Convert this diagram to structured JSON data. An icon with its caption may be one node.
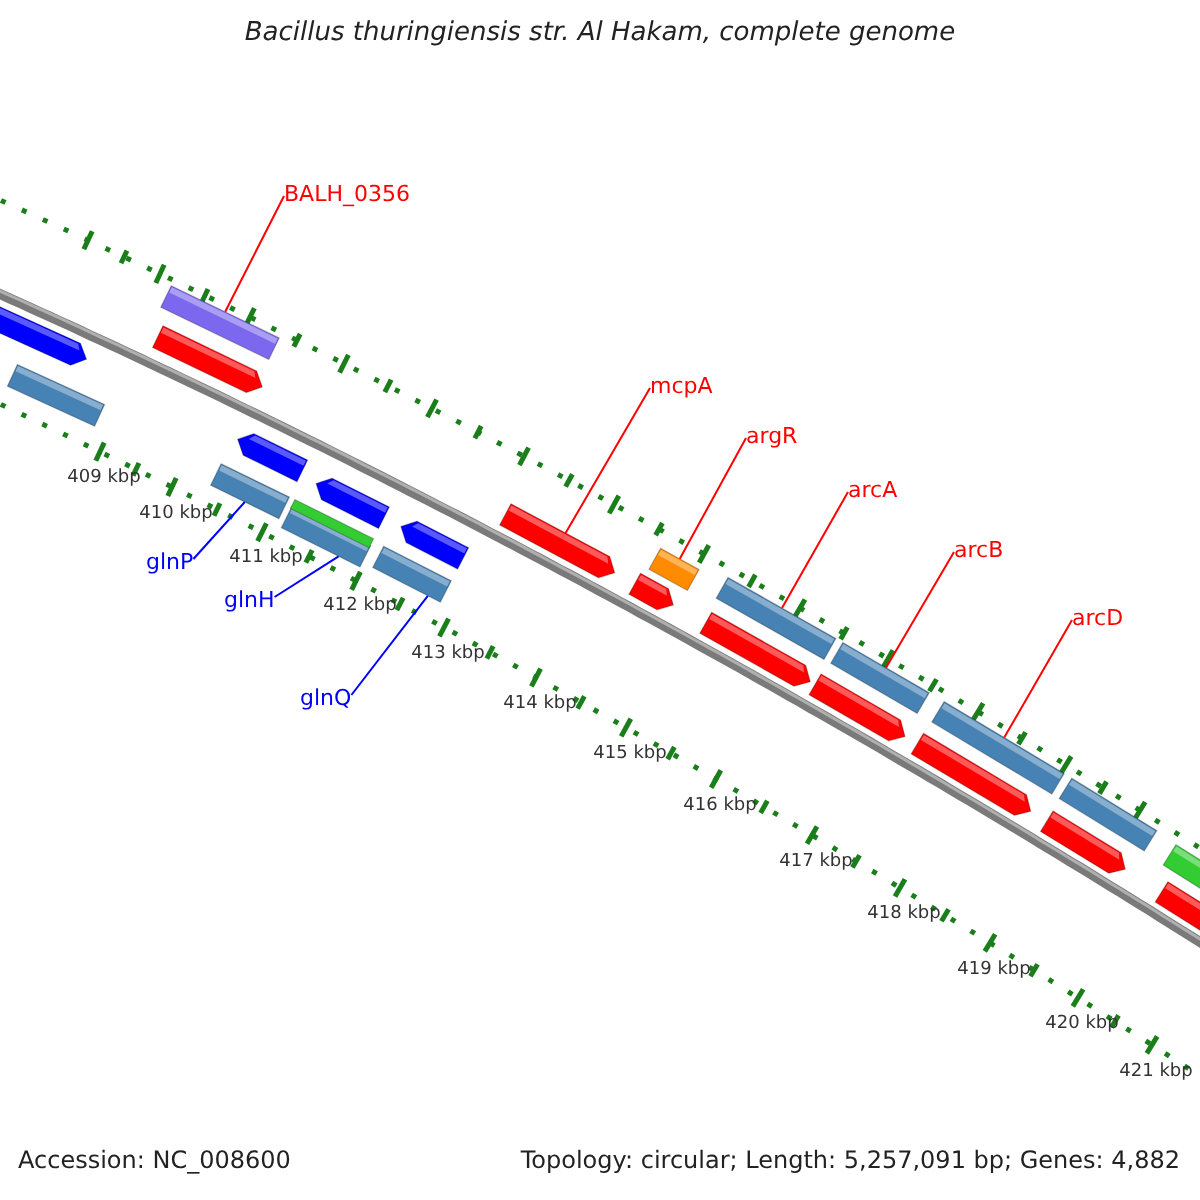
{
  "diagram": {
    "title": "Bacillus thuringiensis str. Al Hakam, complete genome",
    "nodes": [
      {
        "text": [
          "BALH_0356"
        ]
      },
      {
        "text": [
          "mcpA"
        ]
      },
      {
        "text": [
          "argR"
        ]
      },
      {
        "text": [
          "arcA"
        ]
      },
      {
        "text": [
          "arcB"
        ]
      },
      {
        "text": [
          "arcD"
        ]
      },
      {
        "text": [
          "glnP"
        ]
      },
      {
        "text": [
          "glnH"
        ]
      },
      {
        "text": [
          "glnQ"
        ]
      },
      {
        "text": [],
        "shape": "bar"
      },
      {
        "text": [],
        "shape": "arrow"
      },
      {
        "text": [],
        "shape": "arrow"
      },
      {
        "text": [],
        "shape": "bar"
      },
      {
        "text": [],
        "shape": "bar"
      },
      {
        "text": [],
        "shape": "arrow"
      },
      {
        "text": [],
        "shape": "bar"
      },
      {
        "text": [],
        "shape": "bar"
      },
      {
        "text": [],
        "shape": "arrow"
      },
      {
        "text": [],
        "shape": "bar"
      },
      {
        "text": [],
        "shape": "arrow"
      },
      {
        "text": [],
        "shape": "arrow"
      },
      {
        "text": [],
        "shape": "arrow"
      },
      {
        "text": [],
        "shape": "bar"
      },
      {
        "text": [],
        "shape": "arrow"
      },
      {
        "text": [],
        "shape": "bar"
      },
      {
        "text": [],
        "shape": "arrow"
      },
      {
        "text": [],
        "shape": "bar"
      },
      {
        "text": [],
        "shape": "arrow"
      },
      {
        "text": [],
        "shape": "bar"
      },
      {
        "text": [],
        "shape": "arrow"
      },
      {
        "text": [],
        "shape": "bar"
      },
      {
        "text": [],
        "shape": "arrow"
      },
      {
        "text": [],
        "shape": "bar"
      }
    ],
    "edges": [
      {
        "from": 0,
        "to": 12,
        "arrow": "none"
      },
      {
        "from": 1,
        "to": 20,
        "arrow": "none"
      },
      {
        "from": 2,
        "to": 22,
        "arrow": "none"
      },
      {
        "from": 3,
        "to": 24,
        "arrow": "none"
      },
      {
        "from": 4,
        "to": 26,
        "arrow": "none"
      },
      {
        "from": 5,
        "to": 28,
        "arrow": "none"
      },
      {
        "from": 6,
        "to": 13,
        "arrow": "none",
        "color": "#0000ff"
      },
      {
        "from": 7,
        "to": 15,
        "arrow": "none",
        "color": "#0000ff"
      },
      {
        "from": 8,
        "to": 18,
        "arrow": "none",
        "color": "#0000ff"
      }
    ],
    "labels": [
      "409 kbp",
      "410 kbp",
      "411 kbp",
      "412 kbp",
      "413 kbp",
      "414 kbp",
      "415 kbp",
      "416 kbp",
      "417 kbp",
      "418 kbp",
      "419 kbp",
      "420 kbp",
      "421 kbp",
      "Accession: NC_008600",
      "Topology: circular; Length: 5,257,091 bp; Genes: 4,882"
    ]
  }
}
